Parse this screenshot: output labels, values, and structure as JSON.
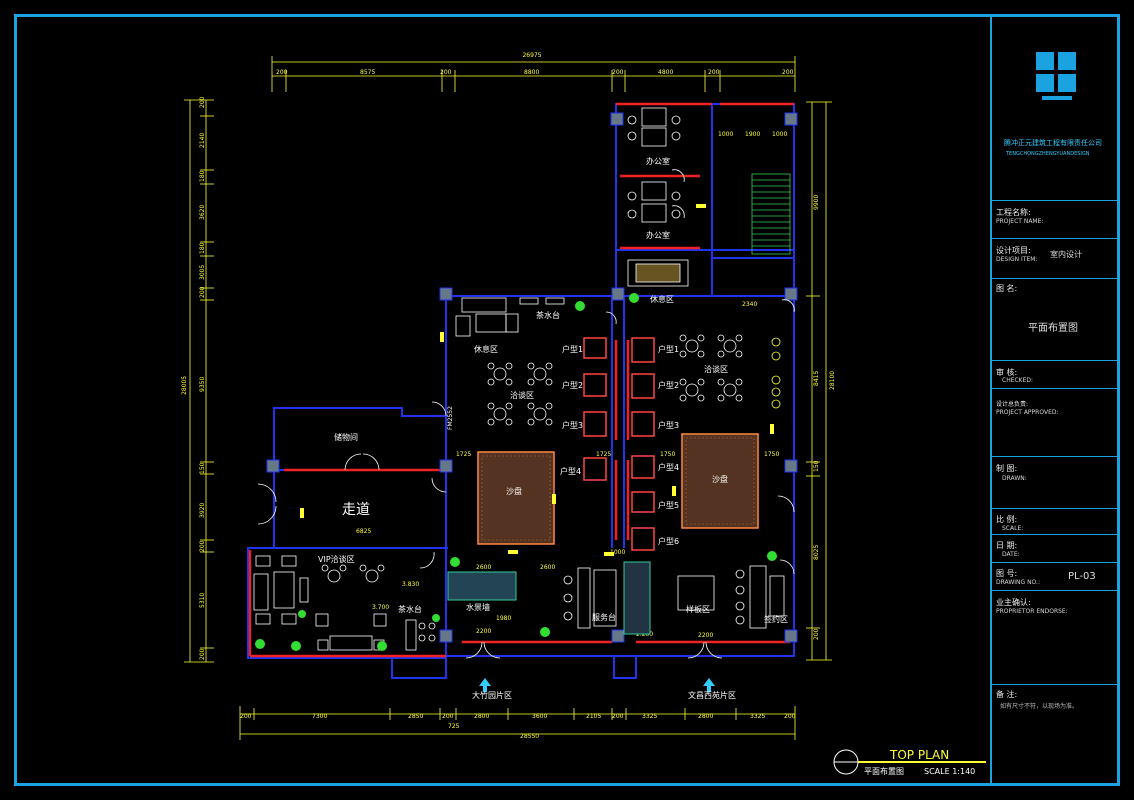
{
  "title_block": {
    "company_cn": "腾冲正元建筑工程有限责任公司",
    "company_en": "TENGCHONGZHENGYUANDESIGN",
    "rows": [
      {
        "cn": "工程名称:",
        "en": "PROJECT NAME:",
        "value": ""
      },
      {
        "cn": "设计项目:",
        "en": "DESIGN ITEM:",
        "value": "室内设计"
      },
      {
        "cn": "图 名:",
        "en": "",
        "value": "平面布置图"
      },
      {
        "cn": "审 核:",
        "en": "CHECKED:",
        "value": ""
      },
      {
        "cn": "设计总负责:",
        "en": "PROJECT APPROVED:",
        "value": ""
      },
      {
        "cn": "制 图:",
        "en": "DRAWN:",
        "value": ""
      },
      {
        "cn": "比 例:",
        "en": "SCALE:",
        "value": ""
      },
      {
        "cn": "日 期:",
        "en": "DATE:",
        "value": ""
      },
      {
        "cn": "图 号:",
        "en": "DRAWING NO.:",
        "value": "PL-03"
      },
      {
        "cn": "业主确认:",
        "en": "PROPRIETOR ENDORSE:",
        "value": ""
      },
      {
        "cn": "备 注:",
        "en": "",
        "value": "如有尺寸不符，以现场为准。"
      }
    ]
  },
  "plan_title": {
    "main": "TOP PLAN",
    "sub": "平面布置图",
    "scale": "SCALE 1:140"
  },
  "rooms": {
    "office1": "办公室",
    "office2": "办公室",
    "rest_top": "休息区",
    "tea_bar": "茶水台",
    "rest_left": "休息区",
    "dining": "洽谈区",
    "dining_right": "洽谈区",
    "storage": "储物间",
    "corridor": "走道",
    "vip": "VIP洽谈区",
    "tea_bar2": "茶水台",
    "sand_left": "沙盘",
    "sand_right": "沙盘",
    "water_feature": "水景墙",
    "reception": "服务台",
    "sign_area": "签约区",
    "model_room": "样板区",
    "entrance_left": "大竹园片区",
    "entrance_right": "文昌西苑片区",
    "fire": "FM2552",
    "type_labels": [
      "户型1",
      "户型2",
      "户型3",
      "户型4",
      "户型1",
      "户型2",
      "户型3",
      "户型4",
      "户型5",
      "户型6"
    ]
  },
  "dimensions": {
    "top_total": "26975",
    "top_segments": [
      "200",
      "8575",
      "200",
      "8800",
      "200",
      "4800",
      "200",
      "200"
    ],
    "bottom_segments": [
      "200",
      "7300",
      "2850",
      "200",
      "2800",
      "3600",
      "2105",
      "200",
      "3325",
      "2800",
      "3325",
      "200"
    ],
    "bottom_sub": "725",
    "bottom_total": "28550",
    "left_total": "28005",
    "left_segments": [
      "200",
      "2140",
      "180",
      "3620",
      "180",
      "3005",
      "200",
      "9350",
      "150",
      "3920",
      "200",
      "5310",
      "200"
    ],
    "right_total": "28100",
    "right_segments": [
      "9900",
      "8415",
      "150",
      "8025",
      "200"
    ],
    "inner": [
      "1000",
      "1900",
      "1000",
      "2340",
      "1725",
      "1725",
      "1750",
      "1750",
      "6825",
      "2600",
      "2600",
      "2200",
      "2200",
      "1980",
      "3.830",
      "3.700",
      "2.200",
      "1000"
    ]
  }
}
